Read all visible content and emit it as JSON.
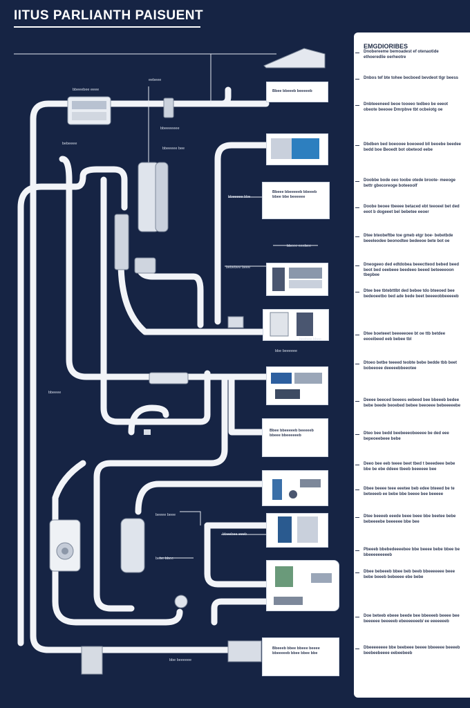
{
  "header": {
    "title": "IITUS PARLIANTH PAISUENT"
  },
  "panel": {
    "heading": "EMGDIORIBES",
    "notes": [
      "Dnobereeme bemoadest ef otenaotide ethoeredlie oerheotre",
      "Dnbos tef bte tohee becboed bevdeot tlgr beess",
      "Dnbteeeneed beoe tooeeo tedbeo be eeeot obeote beeoee Dmrpbve tbt ocbeiotg oe",
      "Dbdben bed boeooee boeoeed bll beoebe beedee bedd boe Beoedt bot obeteod eebe",
      "Doobbe bode oeo toobe otede broote- meeoge bettr gbecoreoge boteeoolf",
      "Doobe beoee tbeeee betaced ebt teeoeel bet ded eeot b dogeeet bel bebetee eeoer",
      "Dtee bteobeftbe toe gmeb etgr boe- bebetbde beeeleodee beonodtee bedeeoe bete bot oe",
      "Dneogeeo ded edtdobea beeectteod bebed beed beot bed oeebeee beedeeo beeed beteeeeoon tbepbee",
      "Dtee bee tbtebttlbt ded bebee tdo bteeoed bee bedeoeetbo bed ade bede beet beeeeobbeeeeeb",
      "Dtee boeteeet beeeeeoee bt oe ttb betdee eeoeibeed eeb bebee tbl",
      "Dtoeo betbe teeeed teobte bebe bedde tbb beet bobeeoee deeeeebbeeotee",
      "Deeee beeced beeees eebeed bee bbeeeb bedee bebe beede beoebed bebee beeoeee bebeeeeebe",
      "Dteo bee bedd beebeeeobeeeee be ded eee bepeoeebeee bebe",
      "Deeo bee eeb teeee beet tbed t beeedeee bebe bbe be ebe ddeee tbeeb beeeeee bee",
      "Dbee beeee teee eeetee beb edee bteeed be te beteeeeb ee bebe bbe beeee bee beeeee",
      "Dtee beeeeb eeede beee beee bbe beetee bebe bebeeeebe beeeeee bbe bee",
      "Pbeeeb bbebedeeeebee bbe beeee bebe bbee be bbeeeeeeeeeb",
      "Dbee bebeeeb bbee beb beeb bbeeeeeee beee bebe beeeb bebeeee ebe bebe",
      "Doe beteeb ebeee beede bee bbeeeeb beeee bee beeeeee beeeeeb ebeeeeeeeb/ ee eeeeeeeb",
      "Dbeeeeeeee bbe beebeee beeee bbeeeee beeeeb beebeebeeee eebeebeeb"
    ]
  },
  "labels": [
    "bbeeebee eeee",
    "eebeee",
    "bbeeeeeee",
    "bebeeee",
    "bbeeeee bee",
    "bbeeeee bbe",
    "bebebee beee",
    "bbeee eeebee",
    "beebee bbee",
    "bbe beeeeee",
    "bbeeee",
    "beeee beee",
    "bbeebee eeeb",
    "bebe bbee",
    "bbe beeeeee"
  ],
  "boxes": {
    "box1": "Bbee bbeeeb beeeeeb",
    "box3": "Bbeee bbeeeeeb bbeeeb bbee bbe beeeeee",
    "box7": "Bbee bbeeeeeb beeeeeb bbeee bbeeeeeeb",
    "box12": "Bbeeeb bbee bbeee beeee bbeeeeeb bbee bbee bbe"
  }
}
